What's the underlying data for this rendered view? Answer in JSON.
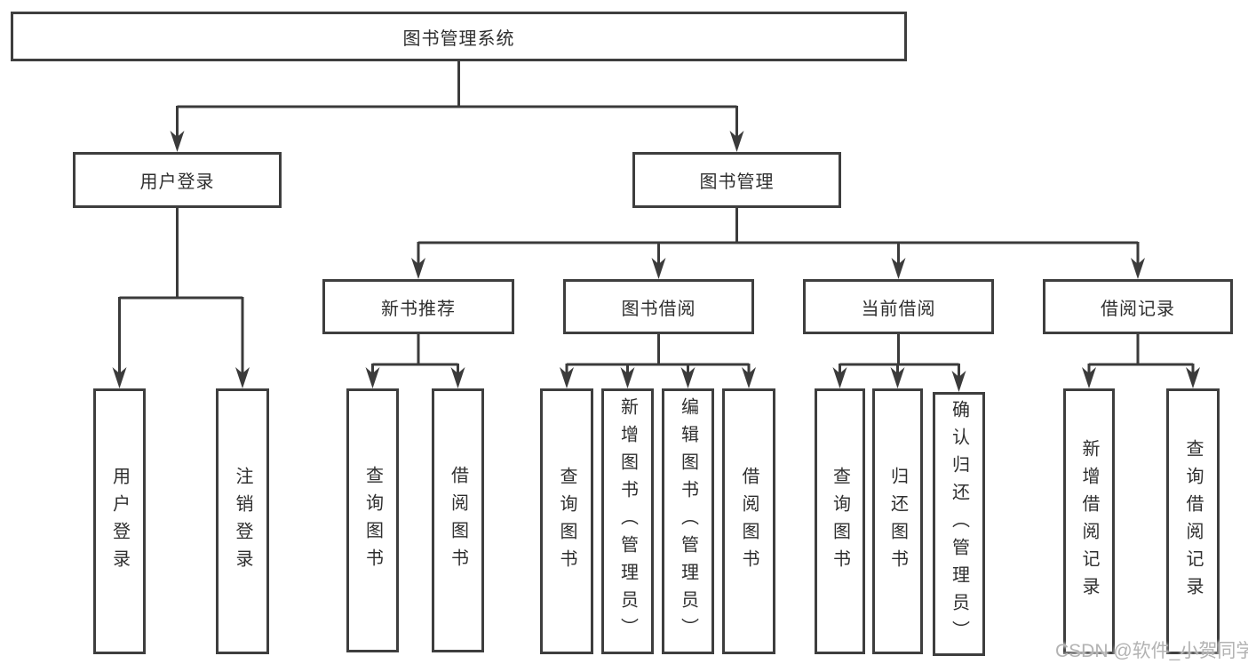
{
  "diagram": {
    "root": "图书管理系统",
    "level2": {
      "user_login": "用户登录",
      "book_management": "图书管理"
    },
    "level3": {
      "new_book_recommend": "新书推荐",
      "book_borrowing": "图书借阅",
      "current_borrowing": "当前借阅",
      "borrowing_records": "借阅记录"
    },
    "leaves": {
      "user_login": "用户登录",
      "logout": "注销登录",
      "query_book_recommend": "查询图书",
      "borrow_book_recommend": "借阅图书",
      "query_book_manage": "查询图书",
      "add_book_admin": "新增图书（管理员）",
      "edit_book_admin": "编辑图书（管理员）",
      "borrow_book_manage": "借阅图书",
      "query_book_current": "查询图书",
      "return_book": "归还图书",
      "confirm_return_admin": "确认归还（管理员）",
      "add_borrow_record": "新增借阅记录",
      "query_borrow_record": "查询借阅记录"
    }
  },
  "watermark": {
    "text": "CSDN @软件_小贺同学"
  },
  "colors": {
    "background": "#ffffff",
    "line": "#3b3b3b",
    "box_border": "#3e3e3e",
    "text": "#2f2f2f",
    "watermark": "#b3b3b3"
  }
}
